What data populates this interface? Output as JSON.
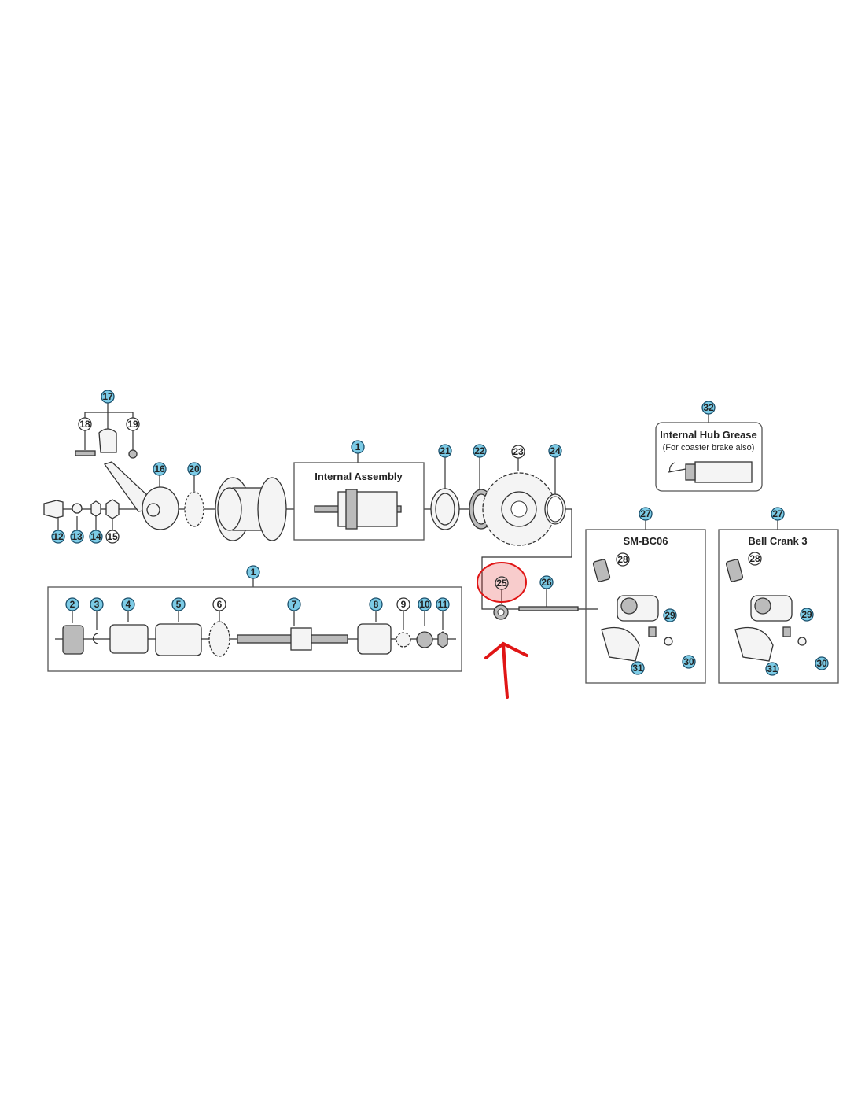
{
  "boxes": {
    "internal_assembly": "Internal Assembly",
    "grease_title": "Internal Hub Grease",
    "grease_note": "(For coaster brake also)",
    "sm_bc06": "SM-BC06",
    "bell_crank": "Bell Crank 3"
  },
  "callouts": {
    "c17": "17",
    "c18": "18",
    "c19": "19",
    "c16": "16",
    "c20": "20",
    "c12": "12",
    "c13": "13",
    "c14": "14",
    "c15": "15",
    "c1a": "1",
    "c21": "21",
    "c22": "22",
    "c23": "23",
    "c24": "24",
    "c32": "32",
    "c27a": "27",
    "c27b": "27",
    "c28a": "28",
    "c28b": "28",
    "c29a": "29",
    "c29b": "29",
    "c30a": "30",
    "c30b": "30",
    "c31a": "31",
    "c31b": "31",
    "c25": "25",
    "c26": "26",
    "c1b": "1",
    "c2": "2",
    "c3": "3",
    "c4": "4",
    "c5": "5",
    "c6": "6",
    "c7": "7",
    "c8": "8",
    "c9": "9",
    "c10": "10",
    "c11": "11"
  },
  "colors": {
    "callout_blue": "#7ccbe6",
    "highlight_red": "#e01515"
  }
}
